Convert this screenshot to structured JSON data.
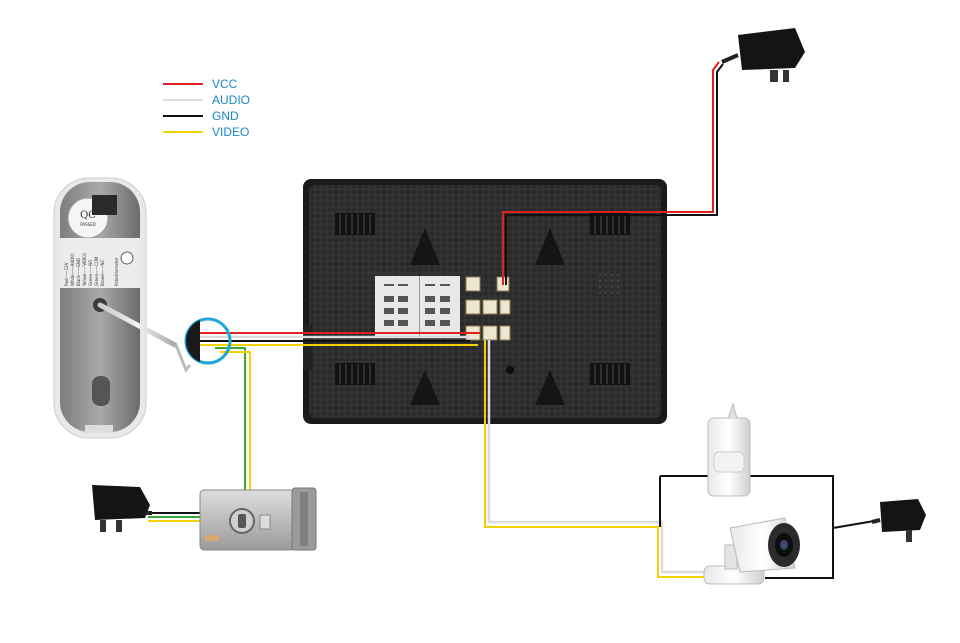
{
  "legend": {
    "items": [
      {
        "label": "VCC",
        "color": "#e02020"
      },
      {
        "label": "AUDIO",
        "color": "#dcdcdc"
      },
      {
        "label": "GND",
        "color": "#111111"
      },
      {
        "label": "VIDEO",
        "color": "#f2d200"
      }
    ]
  },
  "wire_colors": {
    "vcc": "#e02020",
    "audio": "#dcdcdc",
    "gnd": "#111111",
    "video": "#f2d200",
    "lock_green": "#3aa83a",
    "magnifier": "#1ea7d8"
  },
  "doorbell": {
    "qc_sticker": "QC",
    "qc_sub": "PASSED",
    "label_lines": [
      "Red——12V",
      "White——AUDIO",
      "Black——GND",
      "Yellow——VIDEO",
      "Green——NO",
      "Green——COM",
      "Brown——NC"
    ],
    "label_footer": "Potentiometer"
  },
  "components": {
    "icons": [
      "doorbell-camera-icon",
      "monitor-icon",
      "power-adapter-icon",
      "electric-lock-icon",
      "pir-sensor-icon",
      "bullet-camera-icon"
    ]
  }
}
